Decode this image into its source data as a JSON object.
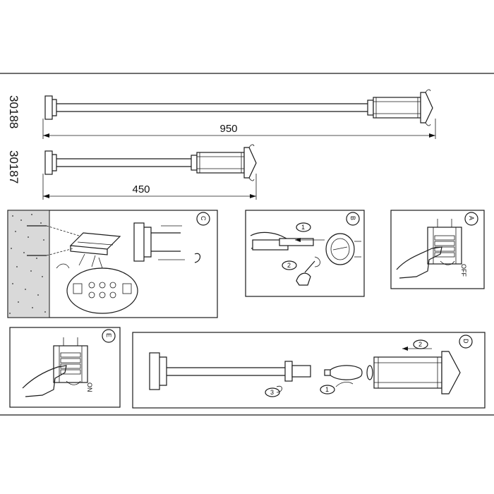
{
  "models": [
    {
      "code": "30188",
      "length": "950"
    },
    {
      "code": "30187",
      "length": "450"
    }
  ],
  "panels": {
    "C": {
      "label": "C"
    },
    "B": {
      "label": "B",
      "steps": [
        "1",
        "2"
      ]
    },
    "A": {
      "label": "A",
      "switch_text": "OFF"
    },
    "E": {
      "label": "E",
      "switch_text": "ON"
    },
    "D": {
      "label": "D",
      "steps": [
        "1",
        "2",
        "3"
      ]
    }
  }
}
